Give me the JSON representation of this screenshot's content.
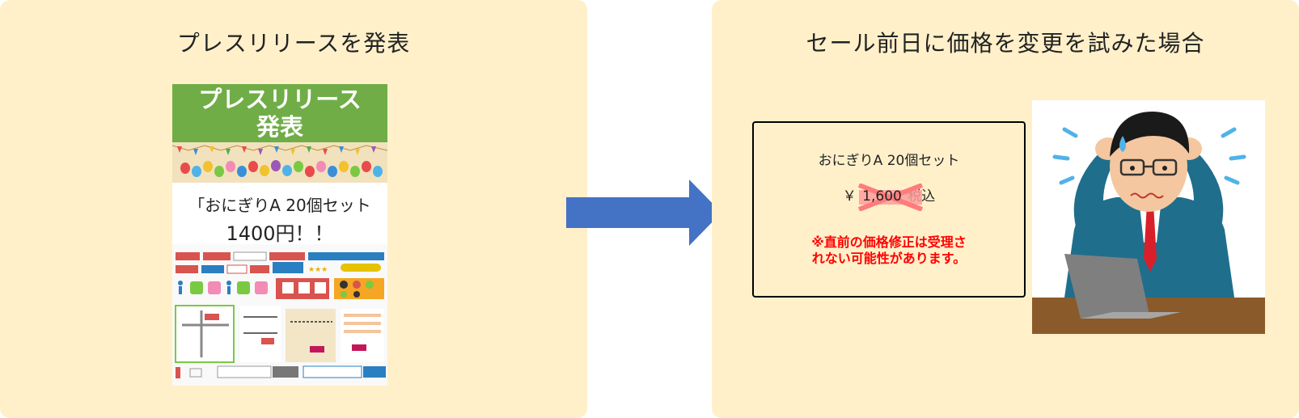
{
  "left_panel": {
    "title": "プレスリリースを発表",
    "flyer": {
      "banner_line1": "プレスリリース",
      "banner_line2": "発表",
      "text_line1": "「おにぎりA 20個セット",
      "text_line2": "1400円！！"
    }
  },
  "right_panel": {
    "title": "セール前日に価格を変更を試みた場合",
    "price_box": {
      "product_name": "おにぎりA 20個セット",
      "currency": "￥",
      "price": "1,600",
      "tax_label": "税込",
      "warning_line1": "※直前の価格修正は受理さ",
      "warning_line2": "れない可能性があります。"
    }
  },
  "colors": {
    "panel_bg": "#FFF0CA",
    "banner_green": "#70AD47",
    "arrow_blue": "#4472C4",
    "strike_red": "#FF7C7C",
    "warning_red": "#FF0000"
  }
}
